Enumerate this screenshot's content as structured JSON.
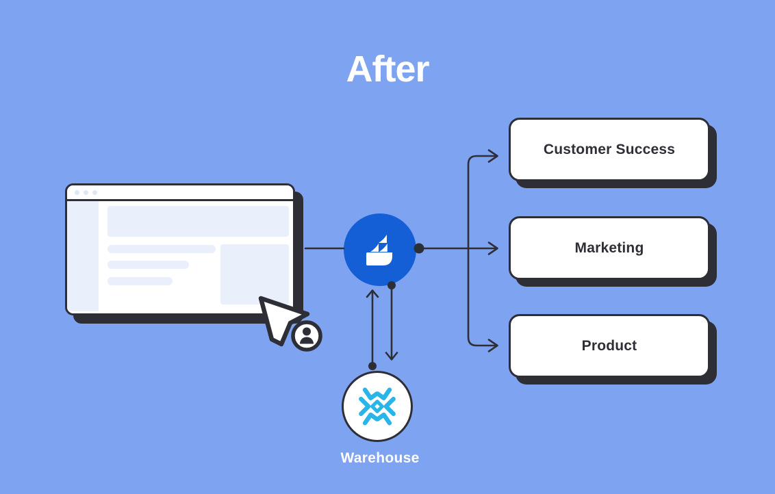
{
  "title": "After",
  "browser_window": {
    "traffic_dots": 3
  },
  "hub": {
    "icon": "app-logo-icon",
    "color": "#145FD6"
  },
  "warehouse": {
    "label": "Warehouse",
    "icon": "snowflake-icon"
  },
  "destinations": [
    {
      "label": "Customer Success"
    },
    {
      "label": "Marketing"
    },
    {
      "label": "Product"
    }
  ],
  "cursor": {
    "icon": "cursor-pointer-icon",
    "badge_icon": "user-badge-icon"
  },
  "colors": {
    "background": "#7EA3F0",
    "outline": "#2E2E37",
    "hub-blue": "#145FD6",
    "snowflake-blue": "#29B5E8",
    "panel-tint": "#E9F0FC"
  }
}
